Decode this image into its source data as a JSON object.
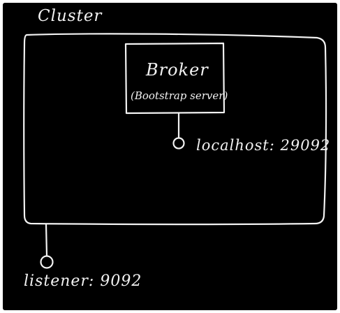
{
  "cluster": {
    "label": "Cluster"
  },
  "broker": {
    "label": "Broker",
    "sublabel": "(Bootstrap server)",
    "port_label": "localhost: 29092"
  },
  "listener": {
    "label": "listener: 9092"
  },
  "colors": {
    "background": "#000000",
    "chalk": "#f2f2f2",
    "frame": "#ffffff"
  }
}
